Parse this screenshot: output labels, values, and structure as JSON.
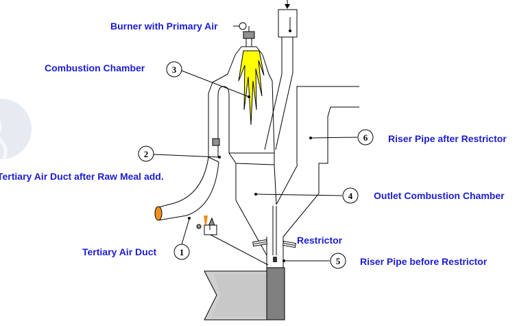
{
  "labels": {
    "burner": "Burner with Primary Air",
    "combustion_chamber": "Combustion Chamber",
    "tertiary_after": "Tertiary Air Duct after Raw Meal add.",
    "tertiary_duct": "Tertiary Air Duct",
    "riser_after": "Riser Pipe after Restrictor",
    "outlet": "Outlet Combustion Chamber",
    "restrictor": "Restrictor",
    "riser_before": "Riser Pipe before Restrictor"
  },
  "markers": {
    "m1": "1",
    "m2": "2",
    "m3": "3",
    "m4": "4",
    "m5": "5",
    "m6": "6"
  },
  "colors": {
    "label_text": "#1c1cd0",
    "flame": "#ffff00",
    "tertiary_duct_end": "#f09020",
    "kiln_inlet": "#808080",
    "kiln_shell": "#d0d0d0",
    "burner_block": "#909090",
    "watermark": "#e6ebf2"
  }
}
